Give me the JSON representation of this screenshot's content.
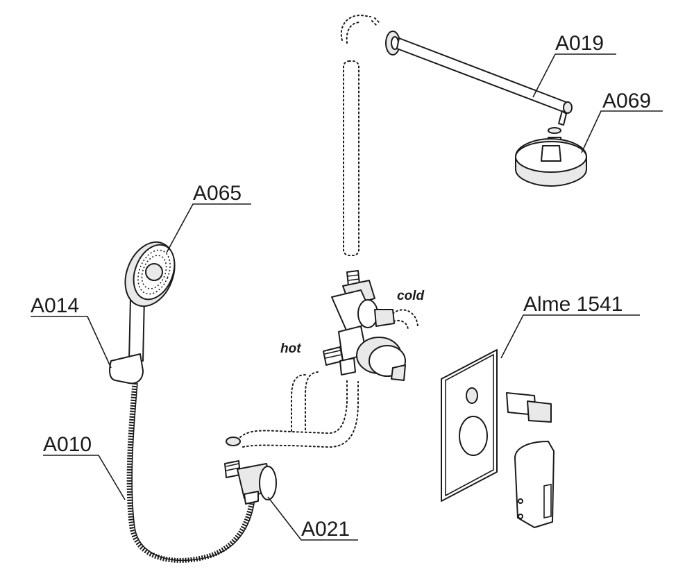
{
  "labels": {
    "a019": "A019",
    "a069": "A069",
    "a065": "A065",
    "a014": "A014",
    "a010": "A010",
    "a021": "A021",
    "alme": "Alme 1541",
    "cold": "cold",
    "hot": "hot"
  }
}
